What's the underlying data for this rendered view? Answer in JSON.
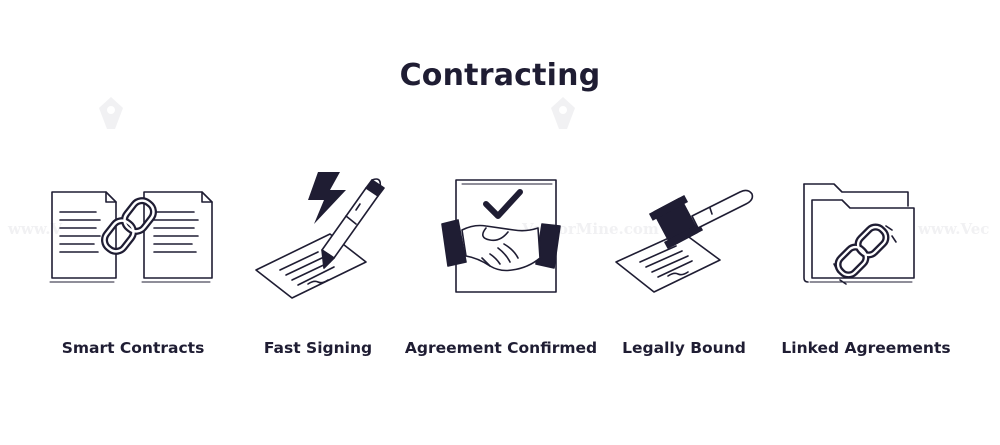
{
  "page": {
    "title": "Contracting"
  },
  "items": [
    {
      "label": "Smart Contracts",
      "icon": "documents-chain-icon"
    },
    {
      "label": "Fast Signing",
      "icon": "pen-signing-icon"
    },
    {
      "label": "Agreement Confirmed",
      "icon": "handshake-check-icon"
    },
    {
      "label": "Legally Bound",
      "icon": "gavel-document-icon"
    },
    {
      "label": "Linked Agreements",
      "icon": "folder-chain-icon"
    }
  ],
  "watermark": {
    "text_left": "www.V",
    "text_center": "VectorMine.com",
    "text_right": "www.Vec"
  },
  "colors": {
    "ink": "#1f1d33",
    "background": "#ffffff",
    "watermark": "#f1f1f3"
  }
}
